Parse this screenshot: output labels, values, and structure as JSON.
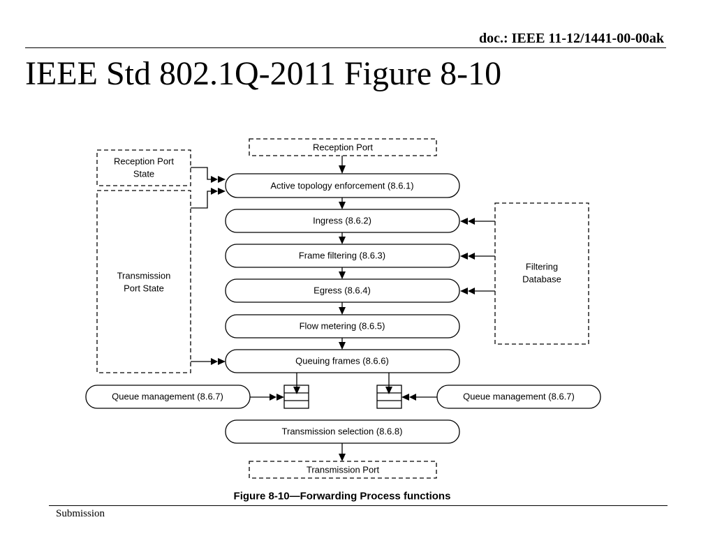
{
  "header": {
    "doc_id": "doc.: IEEE 11-12/1441-00-00ak",
    "title": "IEEE Std 802.1Q-2011 Figure 8-10"
  },
  "footer": {
    "label": "Submission"
  },
  "diagram": {
    "reception_port": "Reception  Port",
    "reception_port_state": [
      "Reception  Port",
      "State"
    ],
    "transmission_port_state": [
      "Transmission",
      "Port  State"
    ],
    "filtering_database": [
      "Filtering",
      "Database"
    ],
    "steps": [
      "Active  topology  enforcement  (8.6.1)",
      "Ingress (8.6.2)",
      "Frame  filtering  (8.6.3)",
      "Egress  (8.6.4)",
      "Flow metering (8.6.5)",
      "Queuing  frames  (8.6.6)",
      "Transmission selection (8.6.8)"
    ],
    "queue_management_left": "Queue  management (8.6.7)",
    "queue_management_right": "Queue  management (8.6.7)",
    "transmission_port": "Transmission  Port",
    "caption": "Figure 8-10—Forwarding Process functions"
  }
}
